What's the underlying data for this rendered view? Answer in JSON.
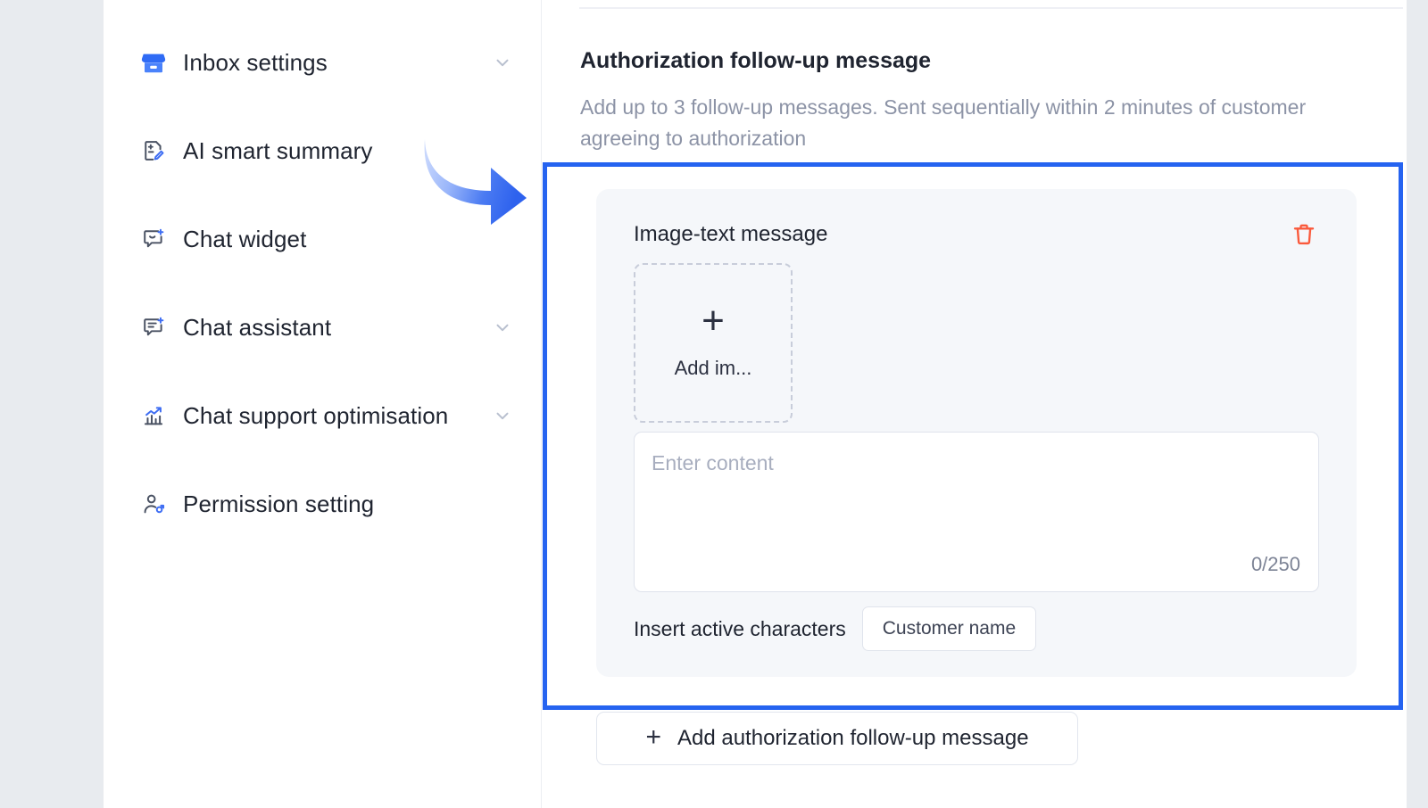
{
  "sidebar": {
    "items": [
      {
        "label": "Inbox settings",
        "icon": "storefront-icon",
        "expandable": true
      },
      {
        "label": "AI smart summary",
        "icon": "note-edit-icon",
        "expandable": false
      },
      {
        "label": "Chat widget",
        "icon": "chat-add-icon",
        "expandable": false
      },
      {
        "label": "Chat assistant",
        "icon": "chat-lines-add-icon",
        "expandable": true
      },
      {
        "label": "Chat support optimisation",
        "icon": "bar-chart-trend-icon",
        "expandable": true
      },
      {
        "label": "Permission setting",
        "icon": "user-settings-icon",
        "expandable": false
      }
    ],
    "chevron_icon": "chevron-down-icon"
  },
  "main": {
    "section_title": "Authorization follow-up message",
    "section_description": "Add up to 3 follow-up messages. Sent sequentially within 2 minutes of customer agreeing to authorization",
    "card": {
      "title": "Image-text message",
      "delete_icon": "trash-icon",
      "add_image": {
        "plus_icon": "plus-icon",
        "label": "Add im..."
      },
      "content": {
        "placeholder": "Enter content",
        "value": "",
        "counter": "0/250",
        "max_length": 250
      },
      "insert": {
        "label": "Insert active characters",
        "tokens": [
          "Customer name"
        ]
      }
    },
    "add_message_button": {
      "plus_icon": "plus-icon",
      "label": "Add authorization follow-up message"
    }
  },
  "annotation": {
    "arrow_icon": "curved-arrow-right-icon",
    "highlight_color": "#2563f0",
    "arrow_color_start": "#bcd0fb",
    "arrow_color_end": "#2f63ef"
  },
  "colors": {
    "accent": "#2563f0",
    "danger": "#fa5a3c",
    "page_background": "#e8ebef",
    "panel_background": "#ffffff",
    "card_background": "#f5f7fa",
    "text_primary": "#1f2430",
    "text_muted": "#8c93a6"
  }
}
